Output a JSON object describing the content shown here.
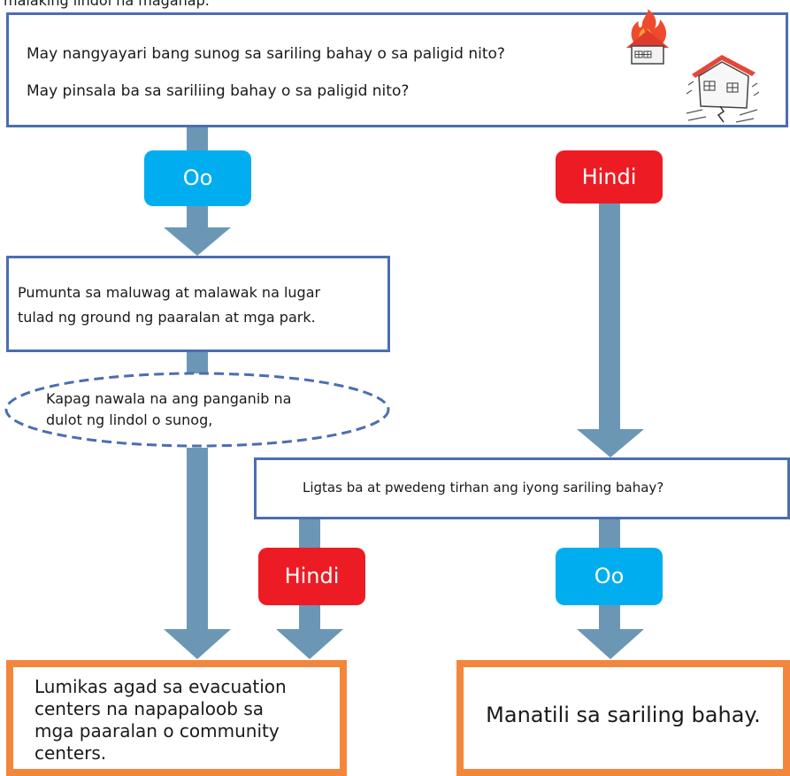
{
  "top_caption": "malaking lindol na maganap.",
  "question1": {
    "line1": "May nangyayari bang sunog sa sariling bahay o sa paligid nito?",
    "line2": "May pinsala ba sa sariliing bahay o sa paligid nito?"
  },
  "branch_left_label": "Oo",
  "branch_right_label": "Hindi",
  "action_box": {
    "line1": "Pumunta sa maluwag at malawak na lugar",
    "line2": "tulad ng ground ng paaralan at mga park."
  },
  "condition_ellipse": {
    "line1": "Kapag nawala na ang panganib na",
    "line2": "dulot ng lindol o sunog,"
  },
  "question2": "Ligtas ba at pwedeng tirhan ang iyong sariling bahay?",
  "q2_no_label": "Hindi",
  "q2_yes_label": "Oo",
  "outcome_left": {
    "line1": "Lumikas agad sa evacuation",
    "line2": "centers na napapaloob sa",
    "line3": "mga paaralan o community",
    "line4": "centers."
  },
  "outcome_right": "Manatili sa sariling bahay.",
  "colors": {
    "arrow": "#6b97b5",
    "box_border": "#4a6eb0",
    "yes": "#00aeef",
    "no": "#ed1c24",
    "outcome_border": "#f3863a"
  },
  "icons": [
    "burning-house-icon",
    "earthquake-damaged-house-icon"
  ]
}
